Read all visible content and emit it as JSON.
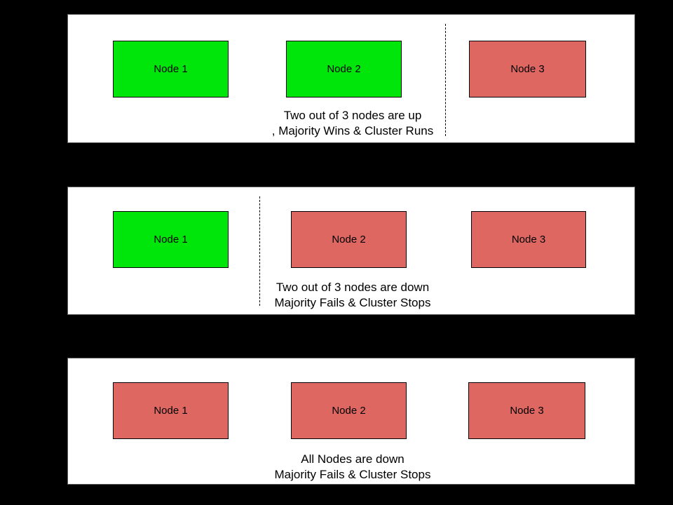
{
  "colors": {
    "background": "#000000",
    "panel_background": "#ffffff",
    "panel_border": "#595959",
    "node_up": "#00e60a",
    "node_down": "#de6762",
    "node_border": "#000000",
    "divider": "#000000",
    "text": "#000000"
  },
  "panels": [
    {
      "id": "two-nodes-up",
      "nodes": [
        {
          "label": "Node 1",
          "status": "up",
          "color": "#00e60a"
        },
        {
          "label": "Node 2",
          "status": "up",
          "color": "#00e60a"
        },
        {
          "label": "Node 3",
          "status": "down",
          "color": "#de6762"
        }
      ],
      "divider_position": "between-node-2-and-node-3",
      "caption": [
        "Two out of 3 nodes are up",
        ", Majority Wins & Cluster Runs"
      ]
    },
    {
      "id": "two-nodes-down",
      "nodes": [
        {
          "label": "Node 1",
          "status": "up",
          "color": "#00e60a"
        },
        {
          "label": "Node 2",
          "status": "down",
          "color": "#de6762"
        },
        {
          "label": "Node 3",
          "status": "down",
          "color": "#de6762"
        }
      ],
      "divider_position": "between-node-1-and-node-2",
      "caption": [
        "Two out of 3 nodes are down",
        "Majority Fails & Cluster Stops"
      ]
    },
    {
      "id": "all-nodes-down",
      "nodes": [
        {
          "label": "Node 1",
          "status": "down",
          "color": "#de6762"
        },
        {
          "label": "Node 2",
          "status": "down",
          "color": "#de6762"
        },
        {
          "label": "Node 3",
          "status": "down",
          "color": "#de6762"
        }
      ],
      "divider_position": null,
      "caption": [
        "All Nodes are down",
        "Majority Fails & Cluster Stops"
      ]
    }
  ]
}
